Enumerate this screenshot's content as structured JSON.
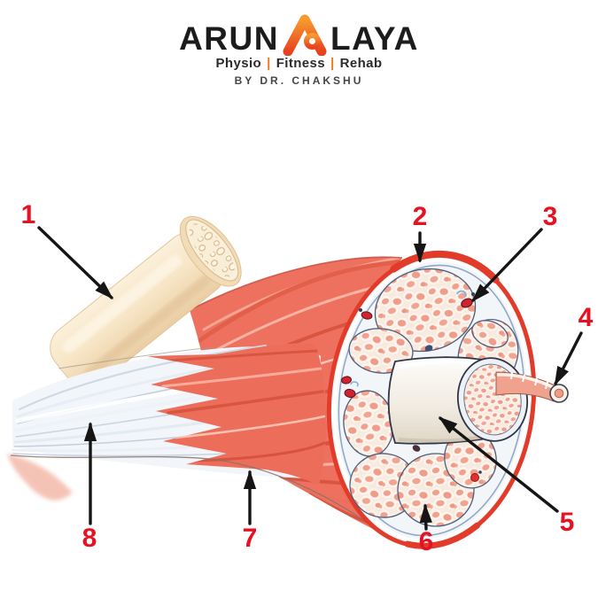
{
  "header": {
    "brand": {
      "part1": "ARUN",
      "part2": "LAYA",
      "emblem": "stylized-A-monogram"
    },
    "tagline": {
      "items": [
        "Physio",
        "Fitness",
        "Rehab"
      ],
      "separator": "|"
    },
    "byline": "BY DR. CHAKSHU",
    "colors": {
      "brand_text": "#1C1C1C",
      "accent_orange": "#F4771F",
      "accent_orange_deep": "#E8431F",
      "byline_gray": "#454545"
    }
  },
  "figure": {
    "name": "skeletal-muscle-anatomy-diagram",
    "label_color": "#E41222",
    "arrow_color": "#151515",
    "labels": [
      {
        "number": "1"
      },
      {
        "number": "2"
      },
      {
        "number": "3"
      },
      {
        "number": "4"
      },
      {
        "number": "5"
      },
      {
        "number": "6"
      },
      {
        "number": "7"
      },
      {
        "number": "8"
      }
    ]
  }
}
